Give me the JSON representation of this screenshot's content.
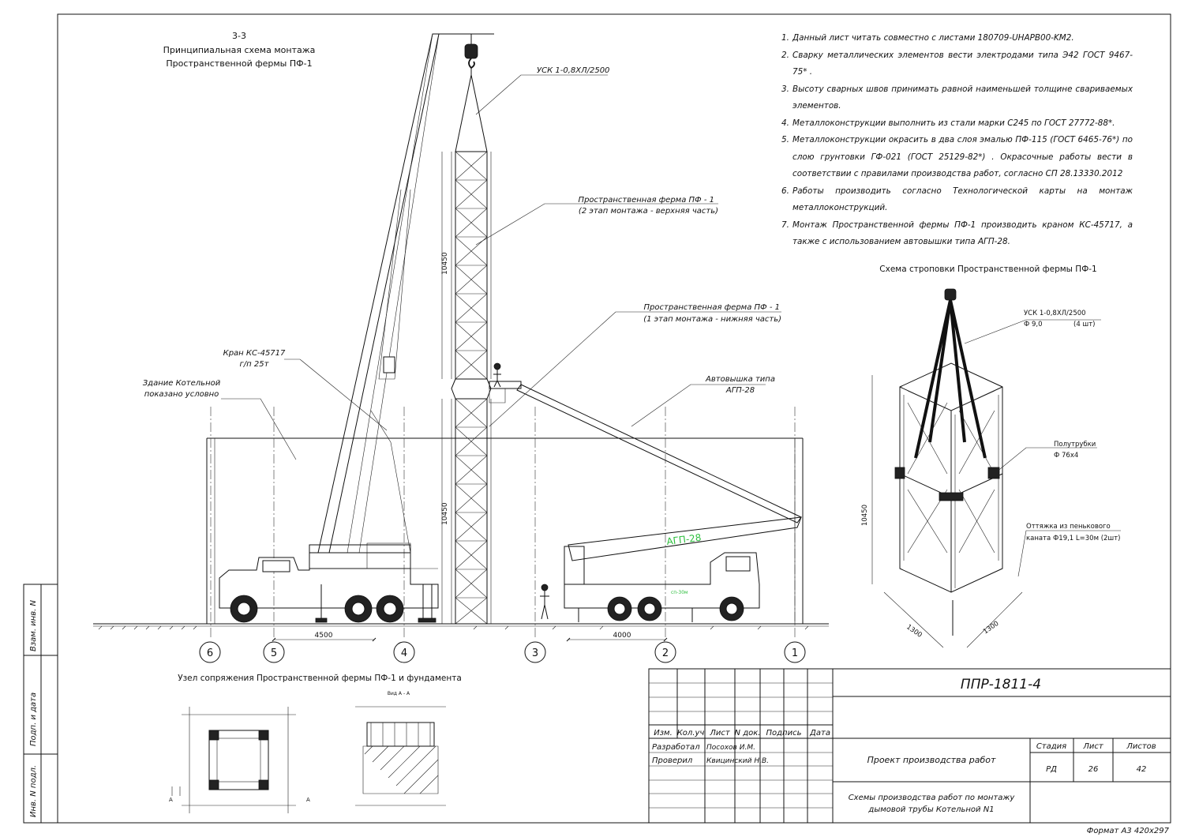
{
  "section_header": {
    "number": "3-3",
    "title_line1": "Принципиальная схема монтажа",
    "title_line2": "Пространственной фермы ПФ-1"
  },
  "notes": [
    {
      "num": "1.",
      "text": "Данный лист читать совместно с листами 180709-UHAPB00-KM2."
    },
    {
      "num": "2.",
      "text": "Сварку металлических элементов вести электродами типа Э42 ГОСТ 9467-75* ."
    },
    {
      "num": "3.",
      "text": "Высоту сварных швов принимать равной наименьшей толщине свариваемых элементов."
    },
    {
      "num": "4.",
      "text": "Металлоконструкции выполнить из стали марки С245 по ГОСТ 27772-88*."
    },
    {
      "num": "5.",
      "text": "Металлоконструкции окрасить в два слоя эмалью ПФ-115 (ГОСТ 6465-76*) по слою грунтовки ГФ-021 (ГОСТ 25129-82*) . Окрасочные работы вести в соответствии с правилами производства работ, согласно СП 28.13330.2012"
    },
    {
      "num": "6.",
      "text": "Работы производить согласно Технологической карты на монтаж металлоконструкций."
    },
    {
      "num": "7.",
      "text": "Монтаж Пространственной фермы ПФ-1 производить краном КС-45717, а также с использованием автовышки типа АГП-28."
    }
  ],
  "callouts": {
    "sling_top": "УСК 1-0,8ХЛ/2500",
    "truss_upper_1": "Пространственная ферма ПФ - 1",
    "truss_upper_2": "(2 этап монтажа - верхняя часть)",
    "truss_lower_1": "Пространственная ферма ПФ - 1",
    "truss_lower_2": "(1 этап монтажа - нижняя часть)",
    "crane_1": "Кран КС-45717",
    "crane_2": "г/п 25т",
    "building_1": "Здание Котельной",
    "building_2": "показано условно",
    "lift_1": "Автовышка типа",
    "lift_2": "АГП-28",
    "lift_boom_text": "АГП-28",
    "lift_body_text": "сп-30м"
  },
  "dimensions": {
    "upper_height": "10450",
    "lower_height": "10450",
    "span_left": "4500",
    "span_right": "4000"
  },
  "axes": [
    "6",
    "5",
    "4",
    "3",
    "2",
    "1"
  ],
  "slinging": {
    "title": "Схема строповки Пространственной фермы ПФ-1",
    "sling_1": "УСК 1-0,8ХЛ/2500",
    "sling_2": "Ф 9,0",
    "sling_3": "(4 шт)",
    "halfpipe_1": "Полутрубки",
    "halfpipe_2": "Ф 76х4",
    "guy_1": "Оттяжка из пенькового",
    "guy_2": "каната Ф19,1 L=30м (2шт)",
    "height": "10450",
    "width_left": "1300",
    "width_right": "1300"
  },
  "node_detail": {
    "title": "Узел сопряжения Пространственной фермы ПФ-1 и фундамента",
    "view_label": "Вид А - А",
    "marker": "А"
  },
  "side_stamp": {
    "cells": [
      "Взам. инв. N",
      "Подп. и дата",
      "Инв. N подл."
    ]
  },
  "title_block": {
    "doc_code": "ППР-1811-4",
    "headers": [
      "Изм.",
      "Кол.уч",
      "Лист",
      "N док.",
      "Подпись",
      "Дата"
    ],
    "roles": [
      {
        "role": "Разработал",
        "name": "Посохов И.М."
      },
      {
        "role": "Проверил",
        "name": "Квицинский Н.В."
      }
    ],
    "project_title": "Проект производства работ",
    "sheet_title_1": "Схемы производства работ по монтажу",
    "sheet_title_2": "дымовой трубы Котельной N1",
    "stage_label": "Стадия",
    "sheet_label": "Лист",
    "sheets_label": "Листов",
    "stage_value": "РД",
    "sheet_value": "26",
    "sheets_value": "42"
  },
  "format_label": "Формат А3 420х297",
  "colors": {
    "ink": "#111111",
    "accent": "#2fbf3f"
  }
}
